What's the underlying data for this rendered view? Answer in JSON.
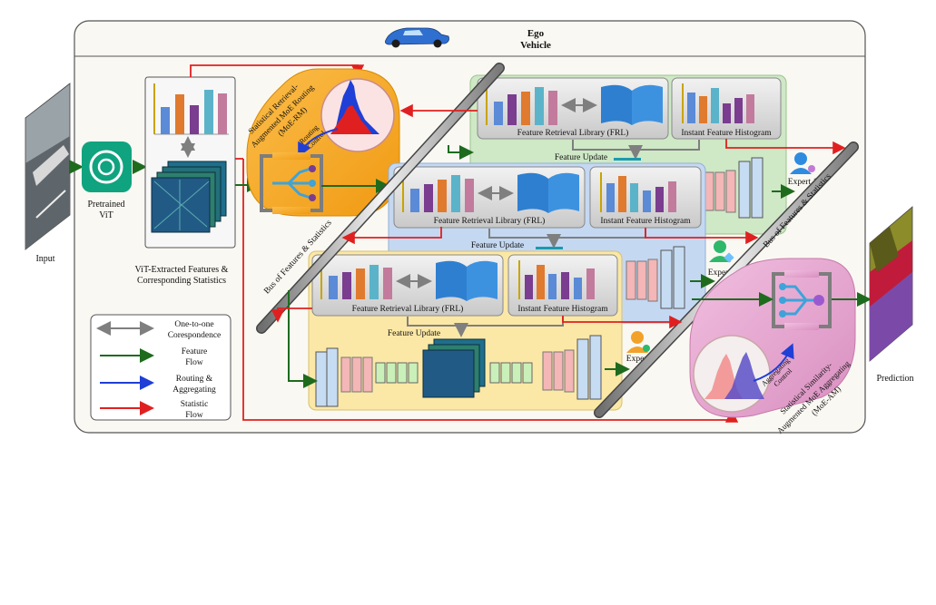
{
  "header": {
    "line1": "Ego",
    "line2": "Vehicle"
  },
  "input_label": "Input",
  "vit_label": {
    "line1": "Pretrained",
    "line2": "ViT"
  },
  "features_caption": {
    "line1": "ViT-Extracted Features &",
    "line2": "Corresponding Statistics"
  },
  "router": {
    "title_lines": [
      "Statistical Retrieval-",
      "Augmented MoE Routing",
      "(MoE-RM)"
    ],
    "control_lines": [
      "Routing",
      "Control"
    ]
  },
  "aggregator": {
    "title_lines": [
      "Statistical Similarity-",
      "Augmented MoE Aggregating",
      "(MoE-AM)"
    ],
    "control_lines": [
      "Aggregating",
      "Control"
    ]
  },
  "experts": [
    {
      "frl": "Feature Retrieval Library (FRL)",
      "hist": "Instant Feature Histogram",
      "update": "Feature Update",
      "expert": "Expert 1"
    },
    {
      "frl": "Feature Retrieval Library (FRL)",
      "hist": "Instant Feature Histogram",
      "update": "Feature Update",
      "expert": "Expert N"
    },
    {
      "frl": "Feature Retrieval Library (FRL)",
      "hist": "Instant Feature Histogram",
      "update": "Feature Update",
      "expert": "Expert n"
    }
  ],
  "bus_label": "Bus of Features & Statistics",
  "prediction_label": "Prediction",
  "legend": [
    {
      "line1": "One-to-one",
      "line2": "Corespondence",
      "color": "#7f7f7f"
    },
    {
      "line1": "Feature",
      "line2": "Flow",
      "color": "#1e6b1e"
    },
    {
      "line1": "Routing &",
      "line2": "Aggregating",
      "color": "#1f3fd6"
    },
    {
      "line1": "Statistic",
      "line2": "Flow",
      "color": "#e02020"
    }
  ],
  "colors": {
    "green_panel": "#cfe8c6",
    "blue_panel": "#c5d8f2",
    "yellow_panel": "#fbe8a6",
    "router": "#f5a623",
    "aggregator": "#e6a8cf",
    "bar_palette": [
      "#5b8ad6",
      "#e07a2e",
      "#7a3d8f",
      "#5bb3c9",
      "#c27b9c"
    ]
  }
}
